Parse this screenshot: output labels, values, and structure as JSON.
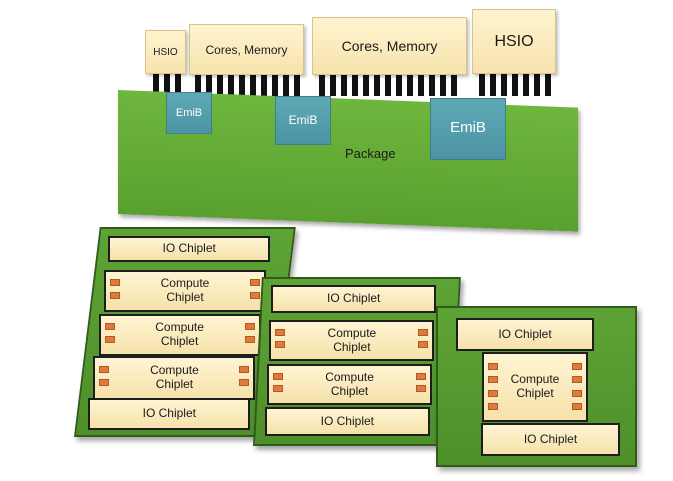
{
  "top_diagram": {
    "dies": [
      {
        "label": "HSIO"
      },
      {
        "label": "Cores, Memory"
      },
      {
        "label": "Cores, Memory"
      },
      {
        "label": "HSIO"
      }
    ],
    "bridges": [
      {
        "label": "EmiB"
      },
      {
        "label": "EmiB"
      },
      {
        "label": "EmiB"
      }
    ],
    "package_label": "Package"
  },
  "chiplet_configs": [
    {
      "chiplets": [
        {
          "label": "IO Chiplet"
        },
        {
          "label": "Compute\nChiplet"
        },
        {
          "label": "Compute\nChiplet"
        },
        {
          "label": "Compute\nChiplet"
        },
        {
          "label": "IO Chiplet"
        }
      ]
    },
    {
      "chiplets": [
        {
          "label": "IO Chiplet"
        },
        {
          "label": "Compute\nChiplet"
        },
        {
          "label": "Compute\nChiplet"
        },
        {
          "label": "IO Chiplet"
        }
      ]
    },
    {
      "chiplets": [
        {
          "label": "IO Chiplet"
        },
        {
          "label": "Compute\nChiplet"
        },
        {
          "label": "IO Chiplet"
        }
      ]
    }
  ],
  "colors": {
    "package_green": "#5aa02f",
    "die_cream": "#f7e3ad",
    "emib_teal": "#4c94a3",
    "pad_orange": "#e07a3c"
  }
}
